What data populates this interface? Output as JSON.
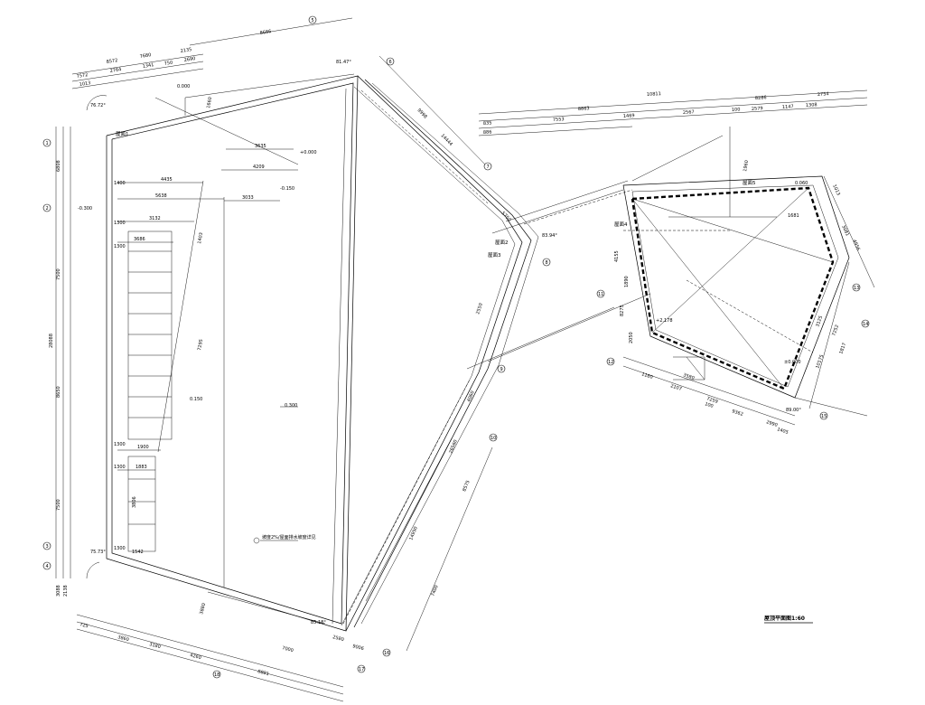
{
  "drawing": {
    "title": "屋顶平面图1:60",
    "room_labels": [
      "屋面1",
      "屋面2",
      "屋面3",
      "屋面4",
      "屋面5"
    ],
    "note": "坡度2%/屋面排水坡度详见",
    "top_dims": {
      "row1": [
        "8572",
        "7680",
        "2135"
      ],
      "row2": [
        "7572",
        "2764",
        "1341",
        "750",
        "2690"
      ],
      "row3": [
        "1013"
      ],
      "long": "8686"
    },
    "upper_right_dims": {
      "row1": [
        "10811"
      ],
      "row2": [
        "8863",
        "8286",
        "2754"
      ],
      "row3": [
        "835",
        "7553",
        "1469",
        "2567",
        "100",
        "2579",
        "1147",
        "1308"
      ],
      "row4": [
        "886"
      ]
    },
    "left_dims": {
      "outer": [
        "6808",
        "7500",
        "8650",
        "7500",
        "3088",
        "28088",
        "2138"
      ],
      "inner": [
        "1400",
        "1300",
        "1300",
        "1300",
        "1300",
        "1300"
      ]
    },
    "interior_dims": [
      "4435",
      "5638",
      "3033",
      "3132",
      "3686",
      "4209",
      "3635",
      "7295",
      "1403",
      "1900",
      "1883",
      "1542",
      "1660",
      "3806"
    ],
    "bottom_dims": [
      "725",
      "3860",
      "3180",
      "4260",
      "8881",
      "7000",
      "3880",
      "9006",
      "2580"
    ],
    "diagonal_dims": [
      "9998",
      "14444",
      "5750",
      "2550",
      "4060",
      "26560",
      "8575",
      "7400",
      "14950"
    ],
    "right_dims": [
      "1013",
      "1681",
      "3081",
      "4956",
      "3125",
      "7252",
      "1817",
      "10175",
      "2050",
      "8275",
      "4155",
      "1180",
      "2107",
      "7259",
      "9362",
      "1405",
      "1960",
      "100",
      "3580",
      "2990",
      "1890"
    ],
    "level_marks": [
      "0.000",
      "+0.000",
      "-0.150",
      "+2.178",
      "0.060",
      "-0.300",
      "±0.000",
      "0.150",
      "0.300"
    ],
    "angle_marks": [
      "76.72°",
      "81.47°",
      "75.73°",
      "85.18°",
      "83.94°",
      "89.00°"
    ],
    "grid_numbers": [
      "1",
      "2",
      "3",
      "4",
      "5",
      "6",
      "7",
      "8",
      "9",
      "10",
      "11",
      "12",
      "13",
      "14",
      "15",
      "16",
      "17",
      "18"
    ]
  }
}
